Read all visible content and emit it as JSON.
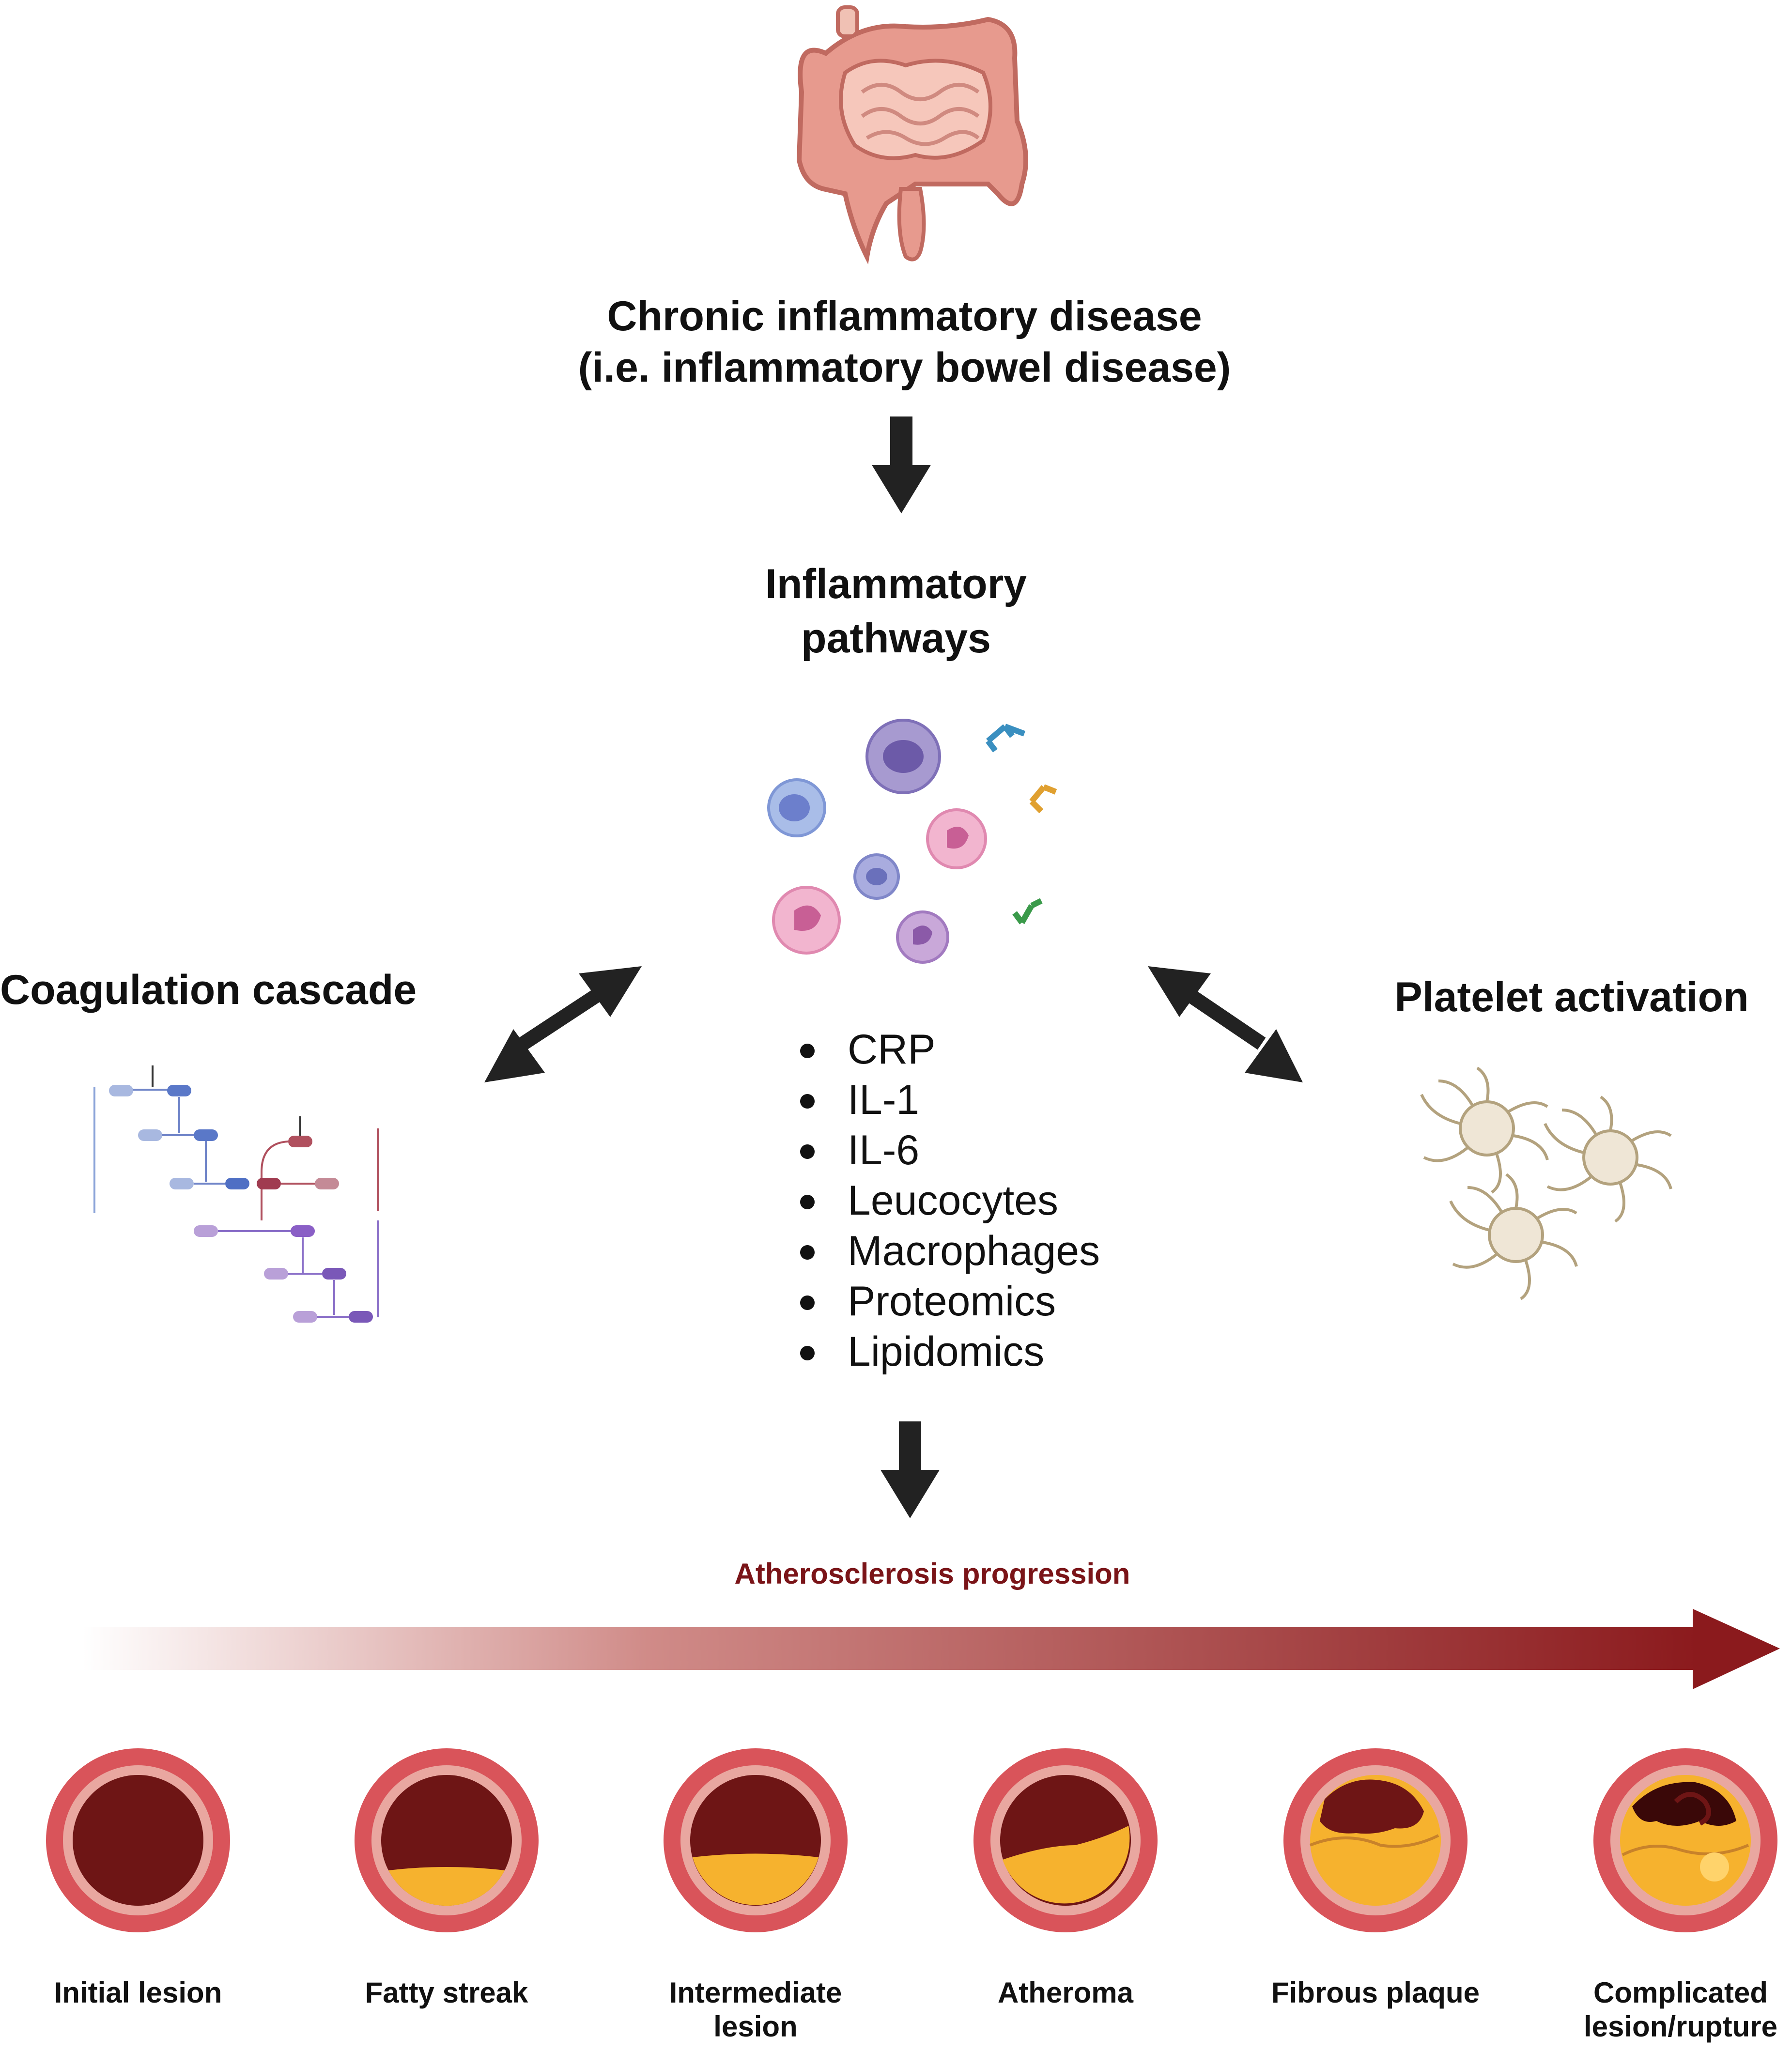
{
  "disease": {
    "line1": "Chronic inflammatory disease",
    "line2": "(i.e. inflammatory bowel disease)",
    "icon": "intestine-icon"
  },
  "pathways": {
    "line1": "Inflammatory",
    "line2": "pathways",
    "markers": [
      "CRP",
      "IL-1",
      "IL-6",
      "Leucocytes",
      "Macrophages",
      "Proteomics",
      "Lipidomics"
    ]
  },
  "coagulation": {
    "title": "Coagulation cascade"
  },
  "platelet": {
    "title": "Platelet activation"
  },
  "progression": {
    "label": "Atherosclerosis progression",
    "gradient_start": "#ffffff",
    "gradient_end": "#8b1a1d",
    "stages": [
      {
        "label_line1": "Initial lesion",
        "label_line2": ""
      },
      {
        "label_line1": "Fatty streak",
        "label_line2": ""
      },
      {
        "label_line1": "Intermediate",
        "label_line2": "lesion"
      },
      {
        "label_line1": "Atheroma",
        "label_line2": ""
      },
      {
        "label_line1": "Fibrous plaque",
        "label_line2": ""
      },
      {
        "label_line1": "Complicated",
        "label_line2": "lesion/rupture"
      }
    ]
  },
  "colors": {
    "vessel_outer": "#d9545a",
    "vessel_wall": "#e9a7a0",
    "lumen": "#6e1515",
    "plaque": "#f6b22e",
    "arrow": "#222222"
  }
}
